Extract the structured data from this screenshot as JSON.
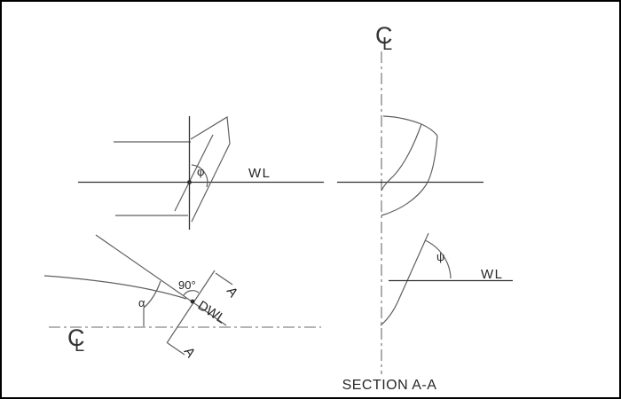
{
  "diagram": {
    "caption": "SECTION A-A",
    "labels": {
      "waterline": "WL",
      "design_waterline": "DWL",
      "flare_angle": "φ",
      "entrance_angle": "α",
      "rise_angle": "ψ",
      "right_angle": "90°",
      "section_marker": "A",
      "centerline_c": "C",
      "centerline_l": "L"
    },
    "colors": {
      "background": "#ffffff",
      "border": "#000000",
      "line": "#5f5f5f",
      "dark_line": "#303030",
      "centerline": "#6a6a6a",
      "text": "#262626"
    }
  }
}
